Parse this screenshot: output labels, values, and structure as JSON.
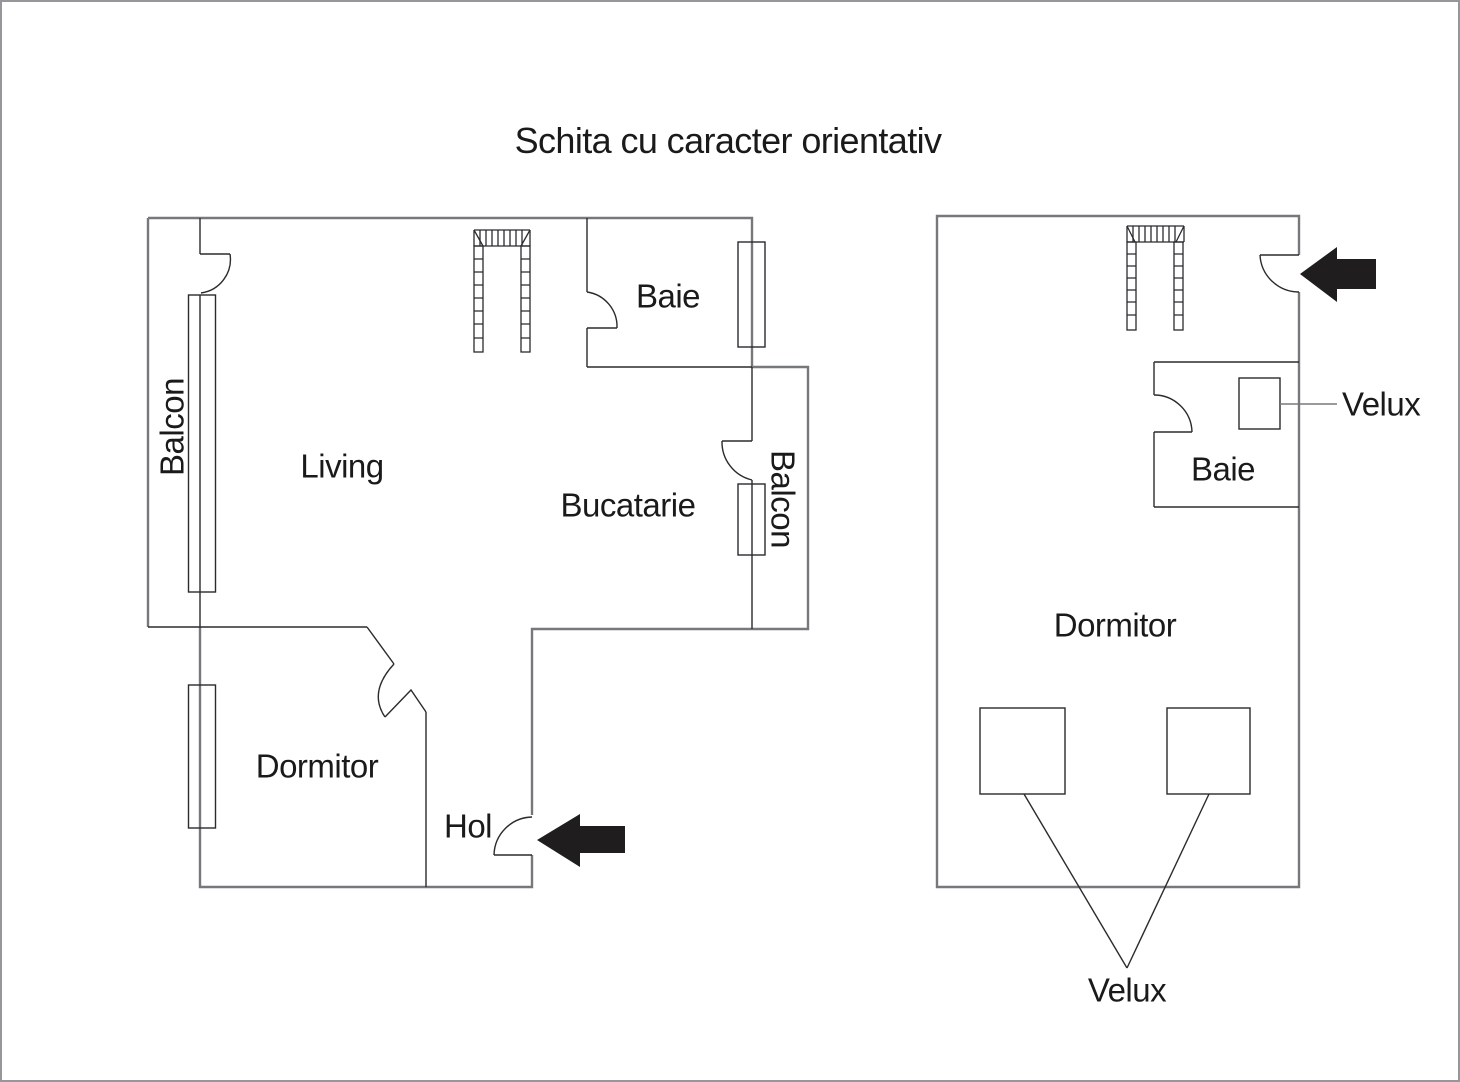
{
  "title": "Schita cu caracter orientativ",
  "colors": {
    "outer_wall": "#77787b",
    "inner_line": "#2b2b2e",
    "arrow_fill": "#1f1d1e",
    "text": "#1a1a1a"
  },
  "floor_plan_left": {
    "labels": {
      "balcon_west": "Balcon",
      "living": "Living",
      "baie": "Baie",
      "bucatarie": "Bucatarie",
      "balcon_east": "Balcon",
      "dormitor": "Dormitor",
      "hol": "Hol"
    }
  },
  "floor_plan_right": {
    "labels": {
      "baie": "Baie",
      "dormitor": "Dormitor",
      "velux_side": "Velux",
      "velux_bottom": "Velux"
    }
  }
}
